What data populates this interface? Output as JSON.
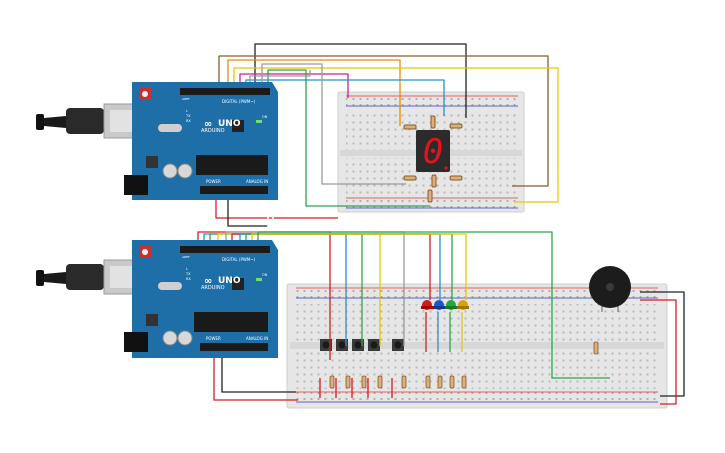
{
  "arduino_top": {
    "brand": "ARDUINO",
    "model": "UNO",
    "digital_label": "DIGITAL (PWM~)",
    "power_label": "POWER",
    "analog_label": "ANALOG IN",
    "tx_label": "TX",
    "rx_label": "RX",
    "l_label": "L",
    "on_label": "ON",
    "aref_label": "AREF",
    "gnd_label": "GND"
  },
  "arduino_bottom": {
    "brand": "ARDUINO",
    "model": "UNO",
    "digital_label": "DIGITAL (PWM~)",
    "power_label": "POWER",
    "analog_label": "ANALOG IN",
    "tx_label": "TX",
    "rx_label": "RX",
    "l_label": "L",
    "on_label": "ON",
    "aref_label": "AREF",
    "gnd_label": "GND"
  },
  "seven_segment": {
    "digit": "0"
  },
  "colors": {
    "board_blue": "#1e6fa8",
    "breadboard": "#e9e9e9",
    "segment_red": "#e0141e",
    "led_red": "#d01818",
    "led_blue": "#1a56c8",
    "led_green": "#22a83a",
    "led_yellow": "#d9a300",
    "wire_red": "#d21f1f",
    "wire_black": "#222222",
    "wire_brown": "#8a5a2b",
    "wire_orange": "#e88a12",
    "wire_yellow": "#e8c800",
    "wire_green": "#2aa84a",
    "wire_blue": "#2a8fd0",
    "wire_magenta": "#c8209a",
    "wire_gray": "#9a9a9a"
  }
}
